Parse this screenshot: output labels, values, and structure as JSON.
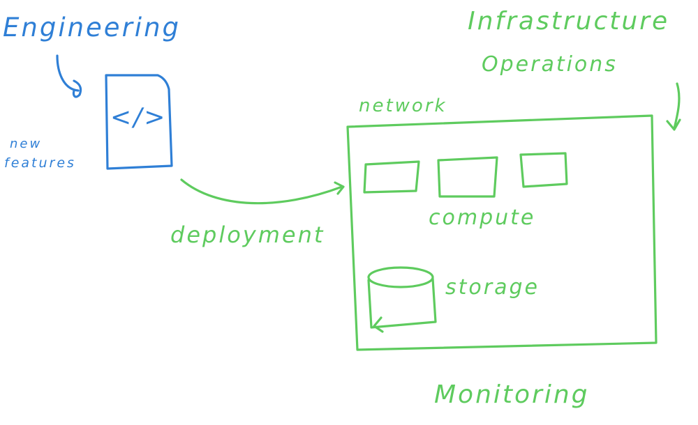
{
  "colors": {
    "engineering_ink": "#2f7fd6",
    "operations_ink": "#5ecb5e",
    "background": "#ffffff"
  },
  "labels": {
    "engineering": "Engineering",
    "new_features_line1": "new",
    "new_features_line2": "features",
    "code_icon_text": "</>",
    "infrastructure": "Infrastructure",
    "operations": "Operations",
    "network": "network",
    "compute": "compute",
    "storage": "storage",
    "deployment": "deployment",
    "monitoring": "Monitoring"
  },
  "icons": {
    "code_file": "code-file-icon",
    "compute_nodes": [
      "server-box-icon",
      "server-box-icon",
      "server-box-icon"
    ],
    "storage": "database-cylinder-icon"
  }
}
